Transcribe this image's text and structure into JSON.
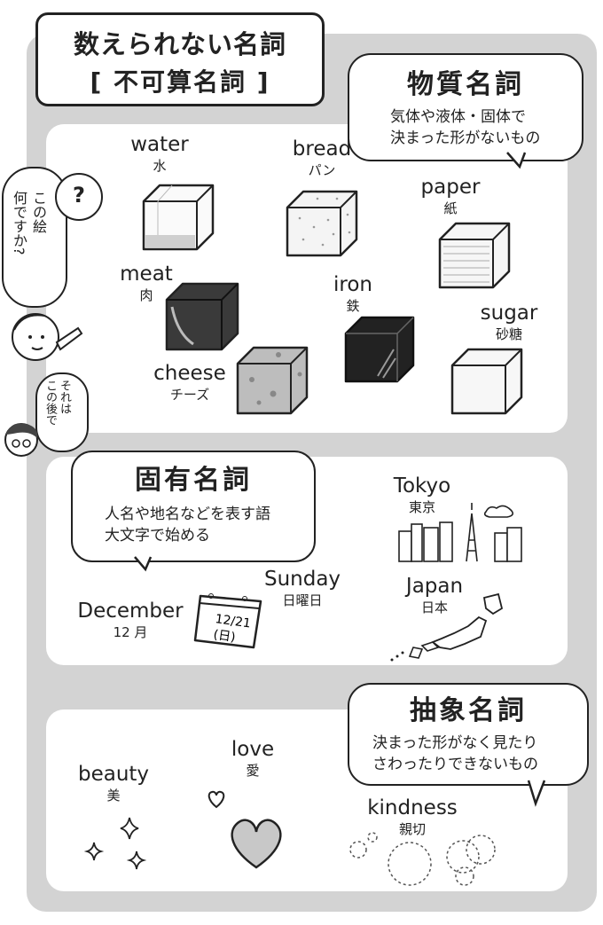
{
  "title": {
    "line1": "数えられない名詞",
    "line2": "[ 不可算名詞 ]"
  },
  "material": {
    "heading": "物質名詞",
    "desc1": "気体や液体・固体で",
    "desc2": "決まった形がないもの",
    "items": [
      {
        "en": "water",
        "jp": "水"
      },
      {
        "en": "bread",
        "jp": "パン"
      },
      {
        "en": "paper",
        "jp": "紙"
      },
      {
        "en": "meat",
        "jp": "肉"
      },
      {
        "en": "iron",
        "jp": "鉄"
      },
      {
        "en": "sugar",
        "jp": "砂糖"
      },
      {
        "en": "cheese",
        "jp": "チーズ"
      }
    ]
  },
  "side": {
    "q_mark": "?",
    "q_line1": "この絵",
    "q_line2": "何ですか?",
    "a_line1": "それは",
    "a_line2": "この後で"
  },
  "proper": {
    "heading": "固有名詞",
    "desc1": "人名や地名などを表す語",
    "desc2": "大文字で始める",
    "calendar_date": "12/21",
    "calendar_day": "(日)",
    "items": [
      {
        "en": "Tokyo",
        "jp": "東京"
      },
      {
        "en": "Sunday",
        "jp": "日曜日"
      },
      {
        "en": "Japan",
        "jp": "日本"
      },
      {
        "en": "December",
        "jp": "12 月"
      }
    ]
  },
  "abstract": {
    "heading": "抽象名詞",
    "desc1": "決まった形がなく見たり",
    "desc2": "さわったりできないもの",
    "items": [
      {
        "en": "love",
        "jp": "愛"
      },
      {
        "en": "beauty",
        "jp": "美"
      },
      {
        "en": "kindness",
        "jp": "親切"
      }
    ]
  }
}
